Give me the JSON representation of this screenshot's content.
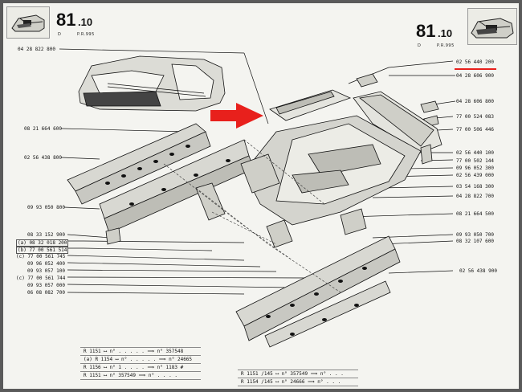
{
  "header": {
    "left_number": "81",
    "left_suffix": ".10",
    "left_sub_d": "D",
    "left_sub_pr": "P.R.995",
    "right_number": "81",
    "right_suffix": ".10",
    "right_sub_d": "D",
    "right_sub_pr": "P.R.995"
  },
  "accent": {
    "arrow": "#e8201c",
    "underline": "#e8201c"
  },
  "labels_left": [
    "04 28 822 800",
    "08 21 664 600",
    "02 56 438 800",
    "09 93 050 800",
    "08 33 152 900",
    "(a) 08 32 018 200",
    "(b) 77 00 561 514",
    "(c) 77 00 561 745",
    "09 96 052 400",
    "09 93 057 100",
    "(c) 77 00 561 744",
    "09 93 057 000",
    "06 08 082 700"
  ],
  "labels_right": [
    "02 56 440 200",
    "04 28 606 900",
    "04 28 606 800",
    "77 00 524 083",
    "77 00 506 446",
    "02 56 440 100",
    "77 00 502 144",
    "09 96 052 300",
    "02 56 439 000",
    "03 54 168 300",
    "04 28 822 700",
    "08 21 664 500",
    "09 93 050 700",
    "08 32 107 600",
    "02 56 438 900"
  ],
  "codes_left": [
    "R 1151  ⟷  n° . . . . . ⟹ n° 357548",
    "(a)  R 1154  ⟷  n° . . . . . ⟹ n° 24665",
    "R 1156  ⟷  n° 1 . . . . ⟹ n° 1183 #",
    "R 1151  ⟷  n° 357549  ⟹ n° . . . ."
  ],
  "codes_right": [
    "R 1151 /145  ⟷  n° 357549  ⟹ n° . . .",
    "R 1154 /145  ⟷  n° 24666  ⟹ n° . . ."
  ]
}
